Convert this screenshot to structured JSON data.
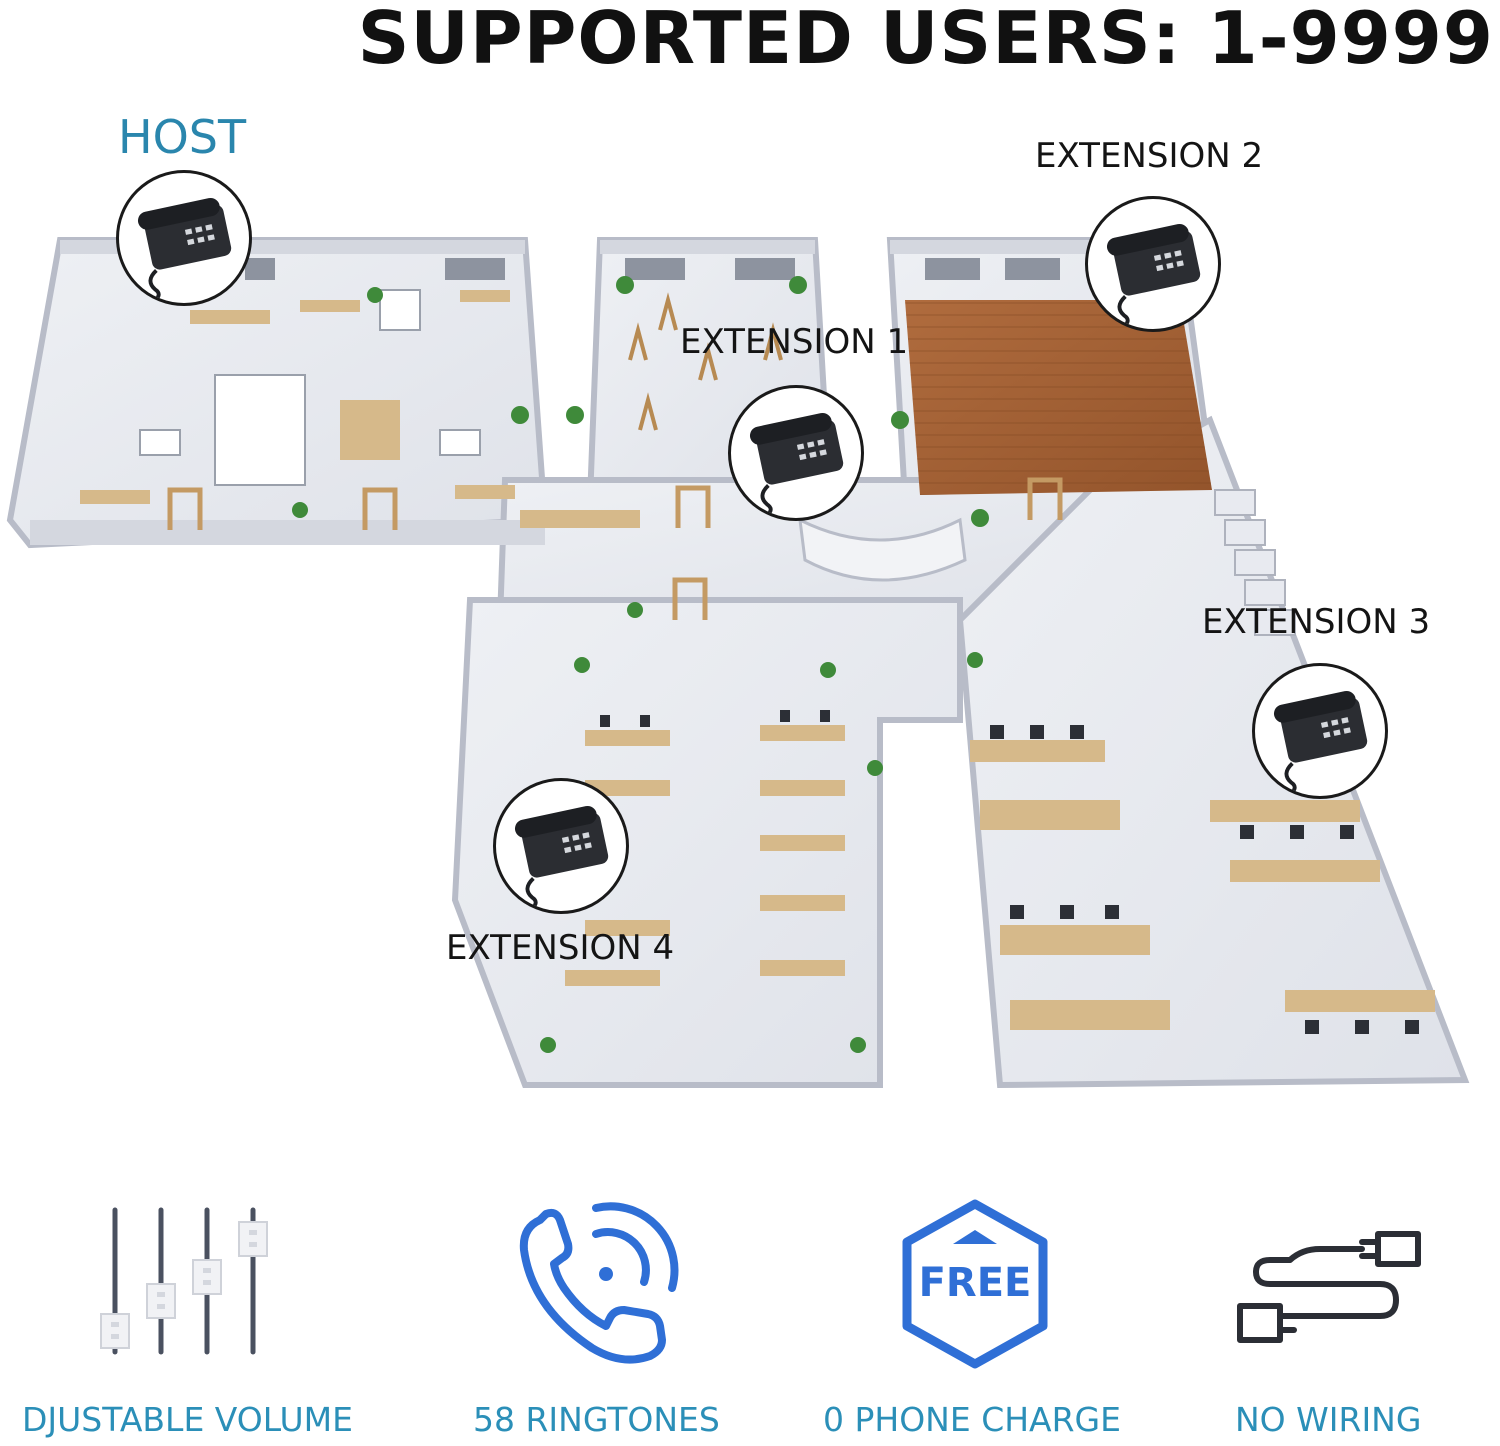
{
  "headline": "SUPPORTED USERS: 1-9999",
  "phones": [
    {
      "label": "HOST"
    },
    {
      "label": "EXTENSION 1"
    },
    {
      "label": "EXTENSION 2"
    },
    {
      "label": "EXTENSION 3"
    },
    {
      "label": "EXTENSION 4"
    }
  ],
  "features": [
    {
      "label": "DJUSTABLE VOLUME",
      "icon": "volume-sliders-icon"
    },
    {
      "label": "58 RINGTONES",
      "icon": "ringing-phone-icon"
    },
    {
      "label": "0 PHONE CHARGE",
      "icon": "free-badge-icon",
      "badge_text": "FREE"
    },
    {
      "label": "NO WIRING",
      "icon": "cable-plug-icon"
    }
  ],
  "colors": {
    "label_blue": "#2b8fb8",
    "icon_blue": "#2f6fd6",
    "icon_gray": "#4a5160",
    "wood_floor": "#a8653a",
    "wall": "#c9ccd6"
  }
}
